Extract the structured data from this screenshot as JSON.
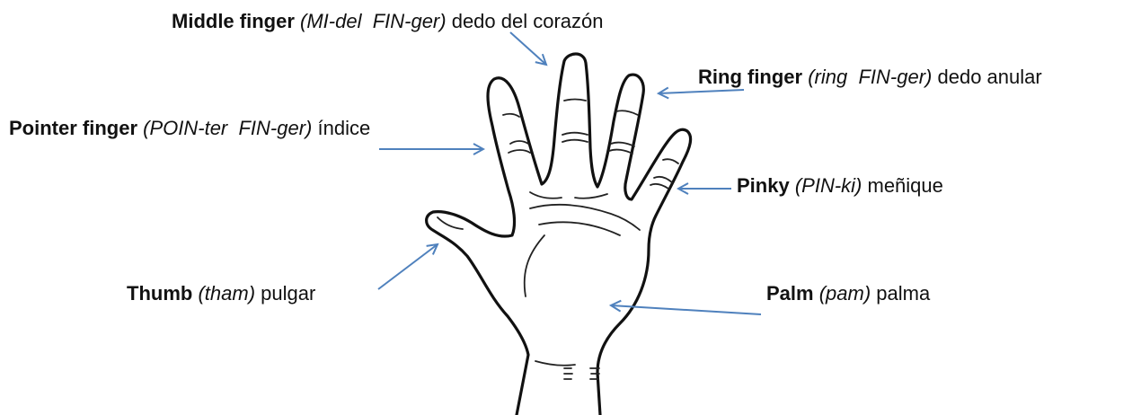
{
  "labels": {
    "middle": {
      "term": "Middle finger",
      "pron": "(MI-del  FIN-ger)",
      "spanish": "dedo del corazón"
    },
    "ring": {
      "term": "Ring finger",
      "pron": "(ring  FIN-ger)",
      "spanish": "dedo anular"
    },
    "pointer": {
      "term": "Pointer finger",
      "pron": "(POIN-ter  FIN-ger)",
      "spanish": "índice"
    },
    "pinky": {
      "term": "Pinky",
      "pron": "(PIN-ki)",
      "spanish": "meñique"
    },
    "thumb": {
      "term": "Thumb",
      "pron": "(tham)",
      "spanish": "pulgar"
    },
    "palm": {
      "term": "Palm",
      "pron": "(pam)",
      "spanish": "palma"
    }
  },
  "colors": {
    "arrow": "#4f81bd",
    "outline": "#111111"
  }
}
